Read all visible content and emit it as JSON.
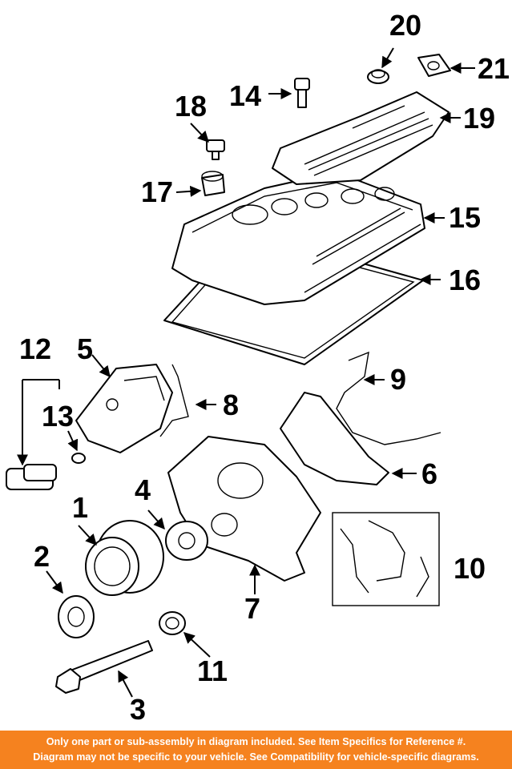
{
  "callouts": {
    "c1": "1",
    "c2": "2",
    "c3": "3",
    "c4": "4",
    "c5": "5",
    "c6": "6",
    "c7": "7",
    "c8": "8",
    "c9": "9",
    "c10": "10",
    "c11": "11",
    "c12": "12",
    "c13": "13",
    "c14": "14",
    "c15": "15",
    "c16": "16",
    "c17": "17",
    "c18": "18",
    "c19": "19",
    "c20": "20",
    "c21": "21"
  },
  "footer": {
    "line1": "Only one part or sub-assembly in diagram included. See Item Specifics for Reference #.",
    "line2": "Diagram may not be specific to your vehicle. See Compatibility for vehicle-specific diagrams."
  },
  "colors": {
    "banner": "#f5821f",
    "banner_text": "#ffffff",
    "lines": "#000000"
  }
}
